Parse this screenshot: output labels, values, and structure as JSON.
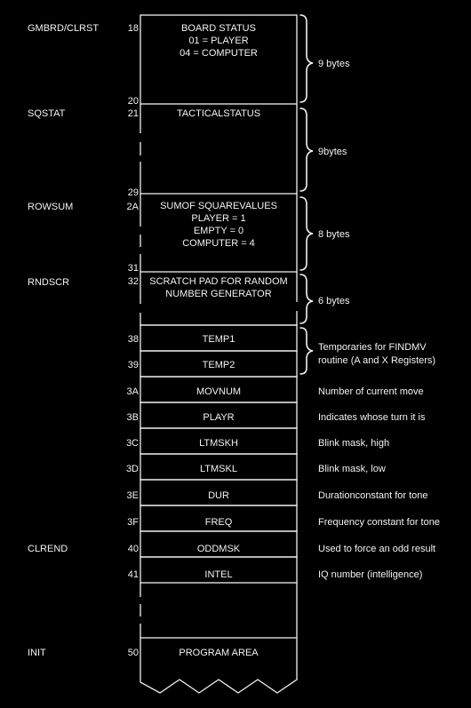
{
  "labels": {
    "gmbrd": "GMBRD/CLRST",
    "sqstat": "SQSTAT",
    "rowsum": "ROWSUM",
    "rndscr": "RNDSCR",
    "clrend": "CLREND",
    "init": "INIT"
  },
  "addresses": {
    "a18": "18",
    "a20": "20",
    "a21": "21",
    "a29": "29",
    "a2A": "2A",
    "a31": "31",
    "a32": "32",
    "a38": "38",
    "a39": "39",
    "a3A": "3A",
    "a3B": "3B",
    "a3C": "3C",
    "a3D": "3D",
    "a3E": "3E",
    "a3F": "3F",
    "a40": "40",
    "a41": "41",
    "a50": "50"
  },
  "cells": {
    "board": [
      "BOARD STATUS",
      "01 = PLAYER",
      "04 = COMPUTER"
    ],
    "tactical": [
      "TACTICALSTATUS"
    ],
    "rowsum": [
      "SUMOF SQUAREVALUES",
      "PLAYER = 1",
      "EMPTY = 0",
      "COMPUTER = 4"
    ],
    "scratch": [
      "SCRATCH PAD FOR RANDOM",
      "NUMBER GENERATOR"
    ],
    "temp1": "TEMP1",
    "temp2": "TEMP2",
    "movnum": "MOVNUM",
    "playr": "PLAYR",
    "ltmskh": "LTMSKH",
    "ltmskl": "LTMSKL",
    "dur": "DUR",
    "freq": "FREQ",
    "oddmsk": "ODDMSK",
    "intel": "INTEL",
    "program": "PROGRAM AREA"
  },
  "notes": {
    "board_bytes": "9 bytes",
    "tactical_bytes": "9bytes",
    "rowsum_bytes": "8 bytes",
    "scratch_bytes": "6 bytes",
    "temps_line1": "Temporaries for FINDMV",
    "temps_line2": "routine (A and X Registers)",
    "movnum": "Number of current move",
    "playr": "Indicates whose turn it is",
    "ltmskh": "Blink mask, high",
    "ltmskl": "Blink mask, low",
    "dur": "Durationconstant for tone",
    "freq": "Frequency constant for tone",
    "oddmsk": "Used to force an odd result",
    "intel": "IQ number (intelligence)"
  }
}
